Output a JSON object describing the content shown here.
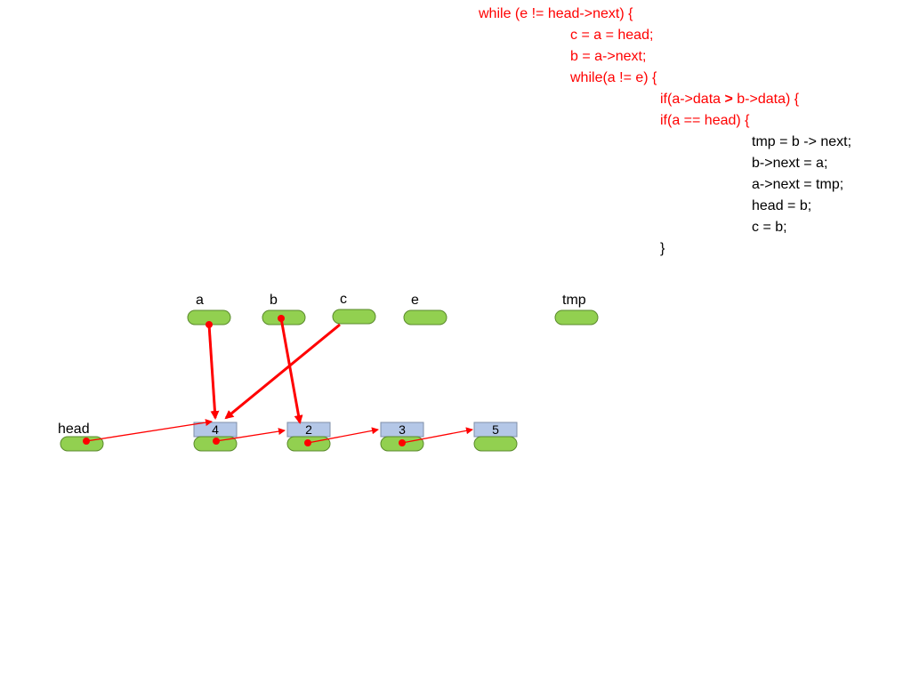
{
  "code": {
    "lines": [
      {
        "text": "while (e != head->next) {",
        "color": "#ff0000"
      },
      {
        "text": "c = a = head;",
        "color": "#ff0000"
      },
      {
        "text": "b = a->next;",
        "color": "#ff0000"
      },
      {
        "text": "while(a != e) {",
        "color": "#ff0000"
      },
      {
        "pre": "if(a->data ",
        "op": ">",
        "post": " b->data) {",
        "color": "#ff0000"
      },
      {
        "text": "if(a == head) {",
        "color": "#ff0000"
      },
      {
        "text": "tmp = b -> next;",
        "color": "#000000"
      },
      {
        "text": "b->next = a;",
        "color": "#000000"
      },
      {
        "text": "a->next = tmp;",
        "color": "#000000"
      },
      {
        "text": "head = b;",
        "color": "#000000"
      },
      {
        "text": "c = b;",
        "color": "#000000"
      },
      {
        "text": "}",
        "color": "#000000"
      }
    ]
  },
  "pointers": {
    "a": "a",
    "b": "b",
    "c": "c",
    "e": "e",
    "tmp": "tmp",
    "head": "head"
  },
  "nodes": [
    {
      "value": "4"
    },
    {
      "value": "2"
    },
    {
      "value": "3"
    },
    {
      "value": "5"
    }
  ],
  "colors": {
    "pointer_fill": "#92d050",
    "pointer_stroke": "#5a8a2c",
    "node_fill": "#b4c7e7",
    "node_stroke": "#7f8fa8",
    "arrow": "#ff0000",
    "code_red": "#ff0000",
    "code_black": "#000000"
  }
}
